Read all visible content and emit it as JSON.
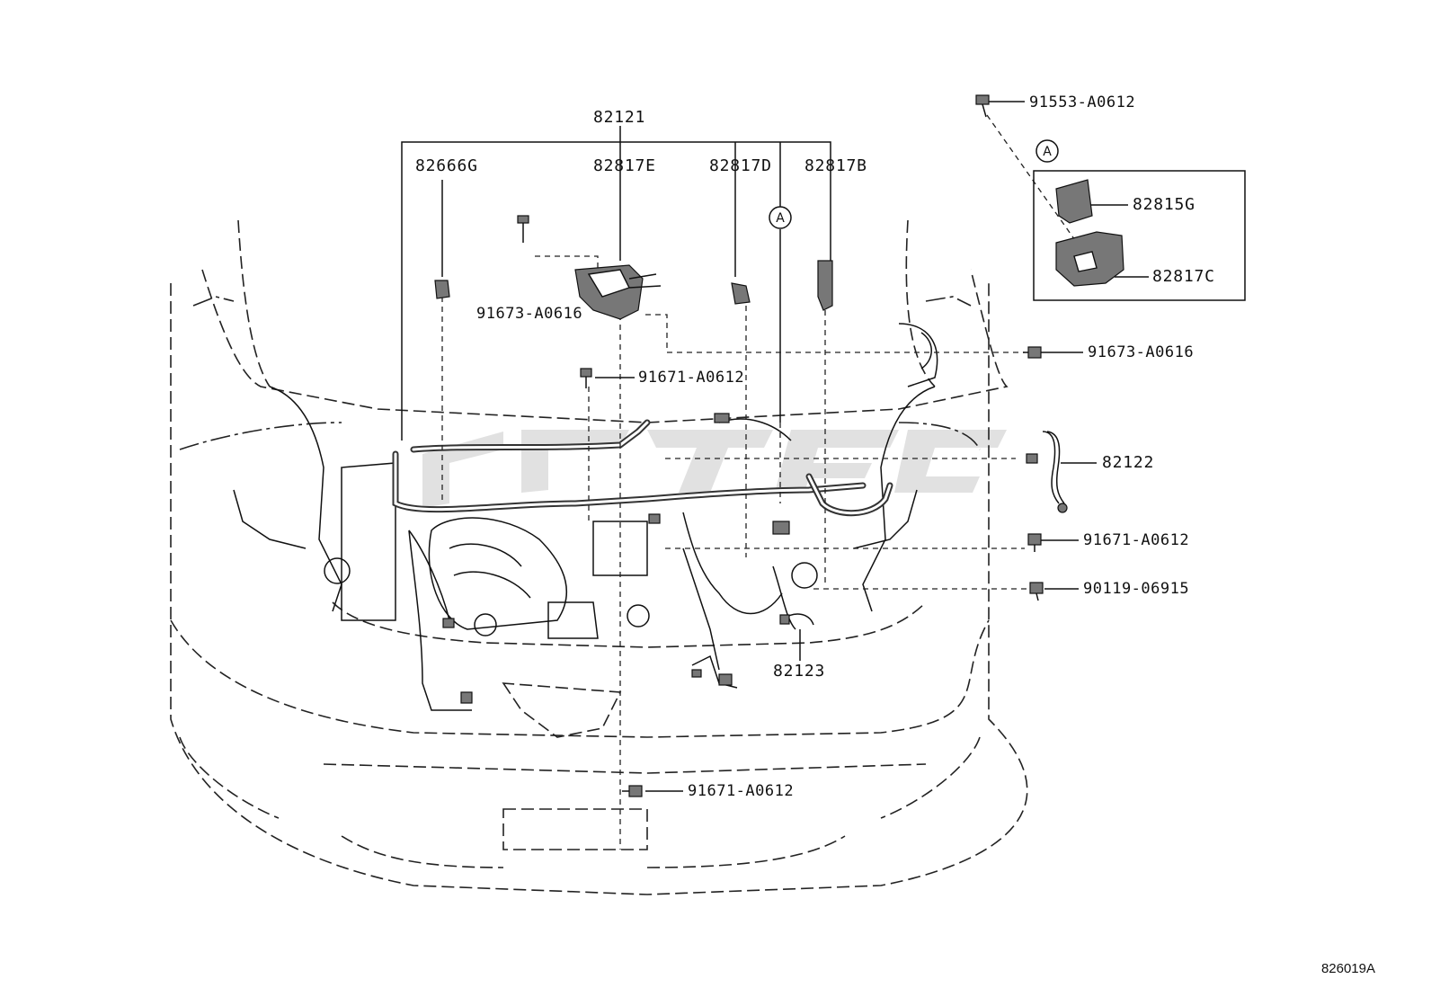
{
  "diagram": {
    "figure_id": "826019A",
    "assembly_label": "82121",
    "callout_letter": "A",
    "parts": {
      "p82666G": "82666G",
      "p82817E": "82817E",
      "p82817D": "82817D",
      "p82817B": "82817B",
      "p91673_top": "91673-A0616",
      "p91671_mid": "91671-A0612",
      "p91553": "91553-A0612",
      "p82815G": "82815G",
      "p82817C": "82817C",
      "p91673_right": "91673-A0616",
      "p82122": "82122",
      "p91671_right": "91671-A0612",
      "p90119": "90119-06915",
      "p82123": "82123",
      "p91671_bottom": "91671-A0612"
    }
  }
}
